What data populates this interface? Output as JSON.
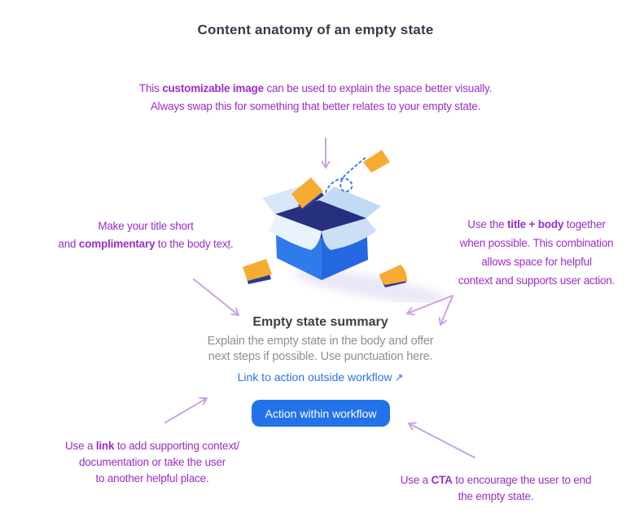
{
  "page": {
    "title": "Content anatomy of an empty state"
  },
  "annotations": {
    "image_note": {
      "line1_pre": "This ",
      "line1_bold": "customizable image",
      "line1_post": " can be used to explain the space better visually.",
      "line2": "Always swap this for something that better relates to your empty state."
    },
    "title_note": {
      "line1": "Make your title short",
      "line2_pre": "and ",
      "line2_bold": "complimentary",
      "line2_post": " to the body text."
    },
    "body_note": {
      "line1_pre": "Use the ",
      "line1_bold": "title + body",
      "line1_post": " together",
      "line2": "when possible. This combination",
      "line3": "allows space for helpful",
      "line4": "context and supports user action."
    },
    "link_note": {
      "line1_pre": "Use a ",
      "line1_bold": "link",
      "line1_post": " to add supporting context/",
      "line2": "documentation or take the user",
      "line3": "to another helpful place."
    },
    "cta_note": {
      "line1_pre": "Use a ",
      "line1_bold": "CTA",
      "line1_post": " to encourage the user to end",
      "line2": "the empty state."
    }
  },
  "empty_state": {
    "heading": "Empty state summary",
    "body_line1": "Explain the empty state in the body and offer",
    "body_line2": "next steps if possible. Use punctuation here.",
    "link_label": "Link to action outside workflow",
    "link_arrow": "↗",
    "button_label": "Action within workflow"
  },
  "icons": {
    "down_arrow": "down-arrow-icon",
    "external_link": "arrow-up-right-icon",
    "illustration": "open-box-with-flying-papers"
  },
  "colors": {
    "annotation_purple": "#9B2DC8",
    "arrow_purple": "#C9A3E2",
    "heading_dark": "#343B47",
    "body_gray": "#8A9099",
    "link_blue": "#2B73E8",
    "button_blue": "#2272EA",
    "box_blue": "#2F7BE9",
    "box_navy": "#2B3A96",
    "paper_yellow": "#F6AC33"
  }
}
